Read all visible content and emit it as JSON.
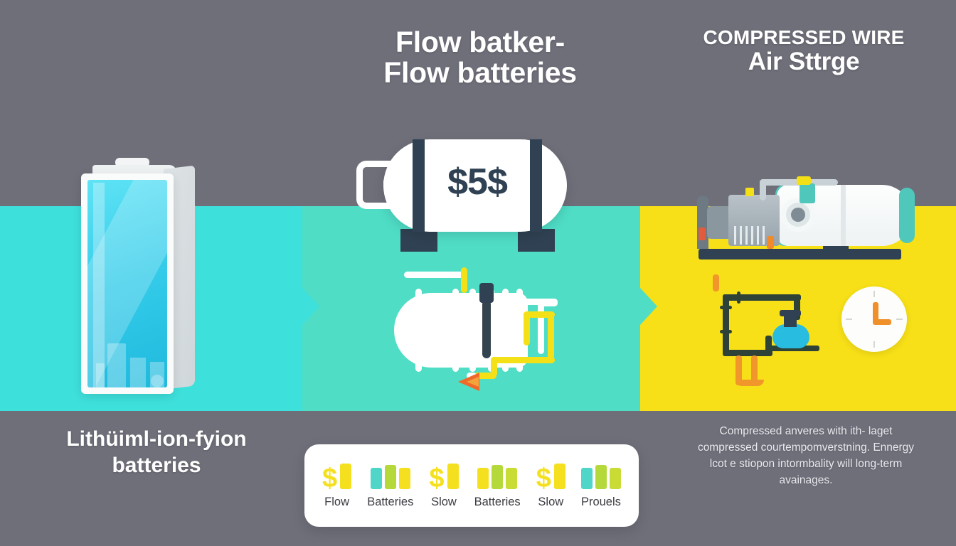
{
  "headings": {
    "center_line1": "Flow batker-",
    "center_line2": "Flow batteries",
    "right_line1": "COMPRESSED WIRE",
    "right_line2": "Air Sttrge"
  },
  "labels": {
    "bottom_left_line1": "Lithüiml-ion-fyion",
    "bottom_left_line2": "batteries",
    "bottom_right_paragraph": "Compressed anveres with ith- laget compressed courtempomverstning. Ennergy lcot e stiopon intormbality will long-term avainages."
  },
  "illustrations": {
    "tank_price_label": "$5$",
    "clock_face": "clock-icon",
    "flame": "flame-icon",
    "flask": "flask-icon"
  },
  "legend": {
    "items": [
      {
        "label": "Flow",
        "glyph": "dollar-bar-icon",
        "dollar": "$",
        "bars": [
          "#f5e020"
        ]
      },
      {
        "label": "Batteries",
        "glyph": "three-bars-icon",
        "dollar": "",
        "bars": [
          "#4fd6c8",
          "#b5d93a",
          "#f5e020"
        ]
      },
      {
        "label": "Slow",
        "glyph": "dollar-bar-icon",
        "dollar": "$",
        "bars": [
          "#f5e020"
        ]
      },
      {
        "label": "Batteries",
        "glyph": "three-bars-icon",
        "dollar": "",
        "bars": [
          "#f5e020",
          "#b5d93a",
          "#c9dc36"
        ]
      },
      {
        "label": "Slow",
        "glyph": "dollar-bar-icon",
        "dollar": "$",
        "bars": [
          "#f5e020"
        ]
      },
      {
        "label": "Prouels",
        "glyph": "three-bars-icon",
        "dollar": "",
        "bars": [
          "#4fd6c8",
          "#b5d93a",
          "#c9dc36"
        ]
      }
    ]
  },
  "colors": {
    "background_gray": "#6f6f7a",
    "band_left_cyan": "#3ee0dc",
    "band_center_teal": "#4fddc6",
    "band_right_yellow": "#f7e017",
    "accent_navy": "#2f4152",
    "accent_orange": "#f0902a",
    "accent_yellow": "#f4e017"
  }
}
